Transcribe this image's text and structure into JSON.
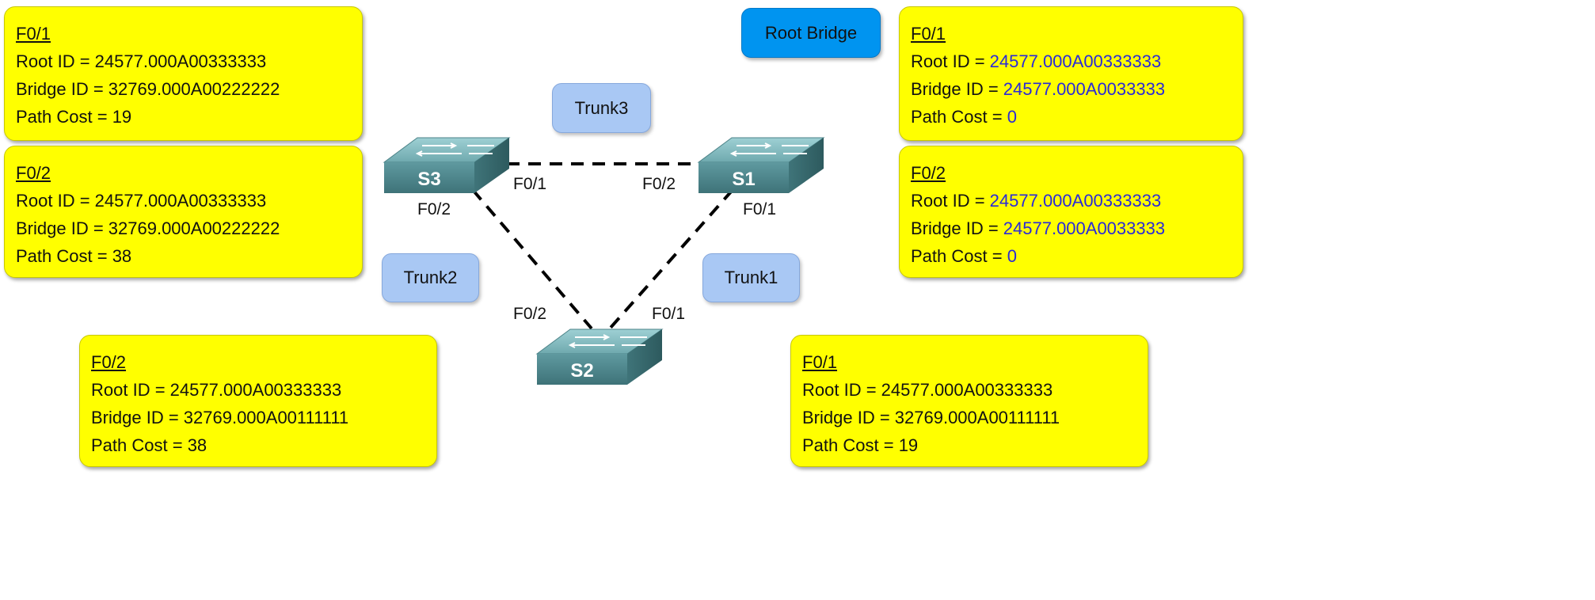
{
  "root_bridge_label": "Root Bridge",
  "trunks": {
    "trunk1": "Trunk1",
    "trunk2": "Trunk2",
    "trunk3": "Trunk3"
  },
  "switches": {
    "s1": "S1",
    "s2": "S2",
    "s3": "S3"
  },
  "port_labels": {
    "s3_f01": "F0/1",
    "s3_f02": "F0/2",
    "s1_f02": "F0/2",
    "s1_f01": "F0/1",
    "s2_f02": "F0/2",
    "s2_f01": "F0/1"
  },
  "cards": {
    "s3_f01": {
      "port": "F0/1",
      "root_label": "Root ID = ",
      "root_id": "24577.000A00333333",
      "bridge_label": "Bridge ID = ",
      "bridge_id": "32769.000A00222222",
      "cost_label": "Path Cost = ",
      "path_cost": "19"
    },
    "s3_f02": {
      "port": "F0/2",
      "root_label": "Root ID = ",
      "root_id": "24577.000A00333333",
      "bridge_label": "Bridge ID = ",
      "bridge_id": "32769.000A00222222",
      "cost_label": "Path Cost = ",
      "path_cost": "38"
    },
    "s1_f01": {
      "port": "F0/1",
      "root_label": "Root ID = ",
      "root_id": "24577.000A00333333",
      "bridge_label": "Bridge ID = ",
      "bridge_id": "24577.000A0033333",
      "cost_label": "Path Cost = ",
      "path_cost": "0"
    },
    "s1_f02": {
      "port": "F0/2",
      "root_label": "Root ID = ",
      "root_id": "24577.000A00333333",
      "bridge_label": "Bridge ID = ",
      "bridge_id": "24577.000A0033333",
      "cost_label": "Path Cost = ",
      "path_cost": "0"
    },
    "s2_f02": {
      "port": "F0/2",
      "root_label": "Root ID = ",
      "root_id": "24577.000A00333333",
      "bridge_label": "Bridge ID = ",
      "bridge_id": "32769.000A00111111",
      "cost_label": "Path Cost = ",
      "path_cost": "38"
    },
    "s2_f01": {
      "port": "F0/1",
      "root_label": "Root ID = ",
      "root_id": "24577.000A00333333",
      "bridge_label": "Bridge ID = ",
      "bridge_id": "32769.000A00111111",
      "cost_label": "Path Cost = ",
      "path_cost": "19"
    }
  },
  "colors": {
    "card_fill": "#ffff00",
    "trunk_fill": "#a9c8f4",
    "root_bridge_fill": "#0094f0",
    "root_values_text": "#2a2ad8",
    "switch_body": "#5f9aa0"
  }
}
